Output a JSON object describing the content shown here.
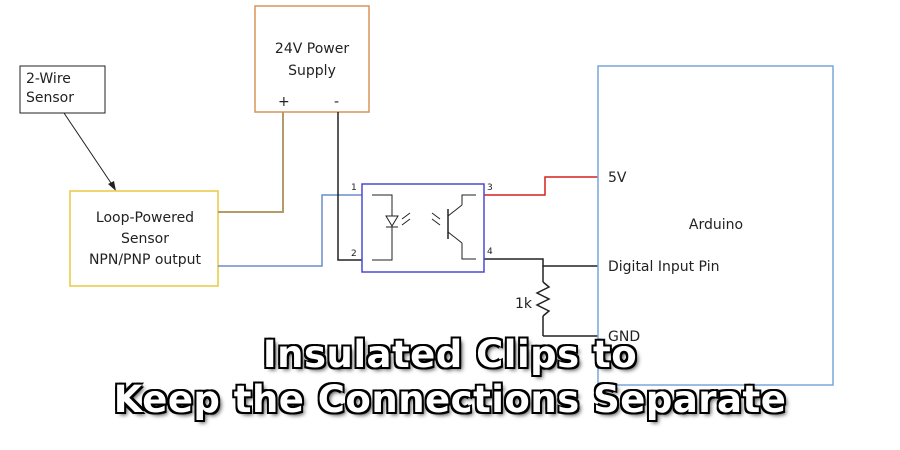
{
  "boxes": {
    "two_wire": [
      "2-Wire",
      "Sensor"
    ],
    "power_supply": [
      "24V Power",
      "Supply"
    ],
    "sensor": [
      "Loop-Powered",
      "Sensor",
      "NPN/PNP output"
    ],
    "arduino": "Arduino"
  },
  "terminals": {
    "plus": "+",
    "minus": "-"
  },
  "pins": {
    "p1": "1",
    "p2": "2",
    "p3": "3",
    "p4": "4"
  },
  "arduino_pins": {
    "v5": "5V",
    "digital": "Digital Input Pin",
    "gnd": "GND"
  },
  "resistor": "1k",
  "caption": {
    "line1": "Insulated Clips to",
    "line2": "Keep the Connections Separate"
  },
  "colors": {
    "power_box": "#d9935a",
    "sensor_box": "#e8c840",
    "opto_box": "#4a4ad0",
    "arduino_box": "#7aa6d8",
    "wire_tan": "#b59a6a",
    "wire_blue": "#6a8ec8",
    "wire_red": "#d42020",
    "wire_black": "#222222"
  }
}
